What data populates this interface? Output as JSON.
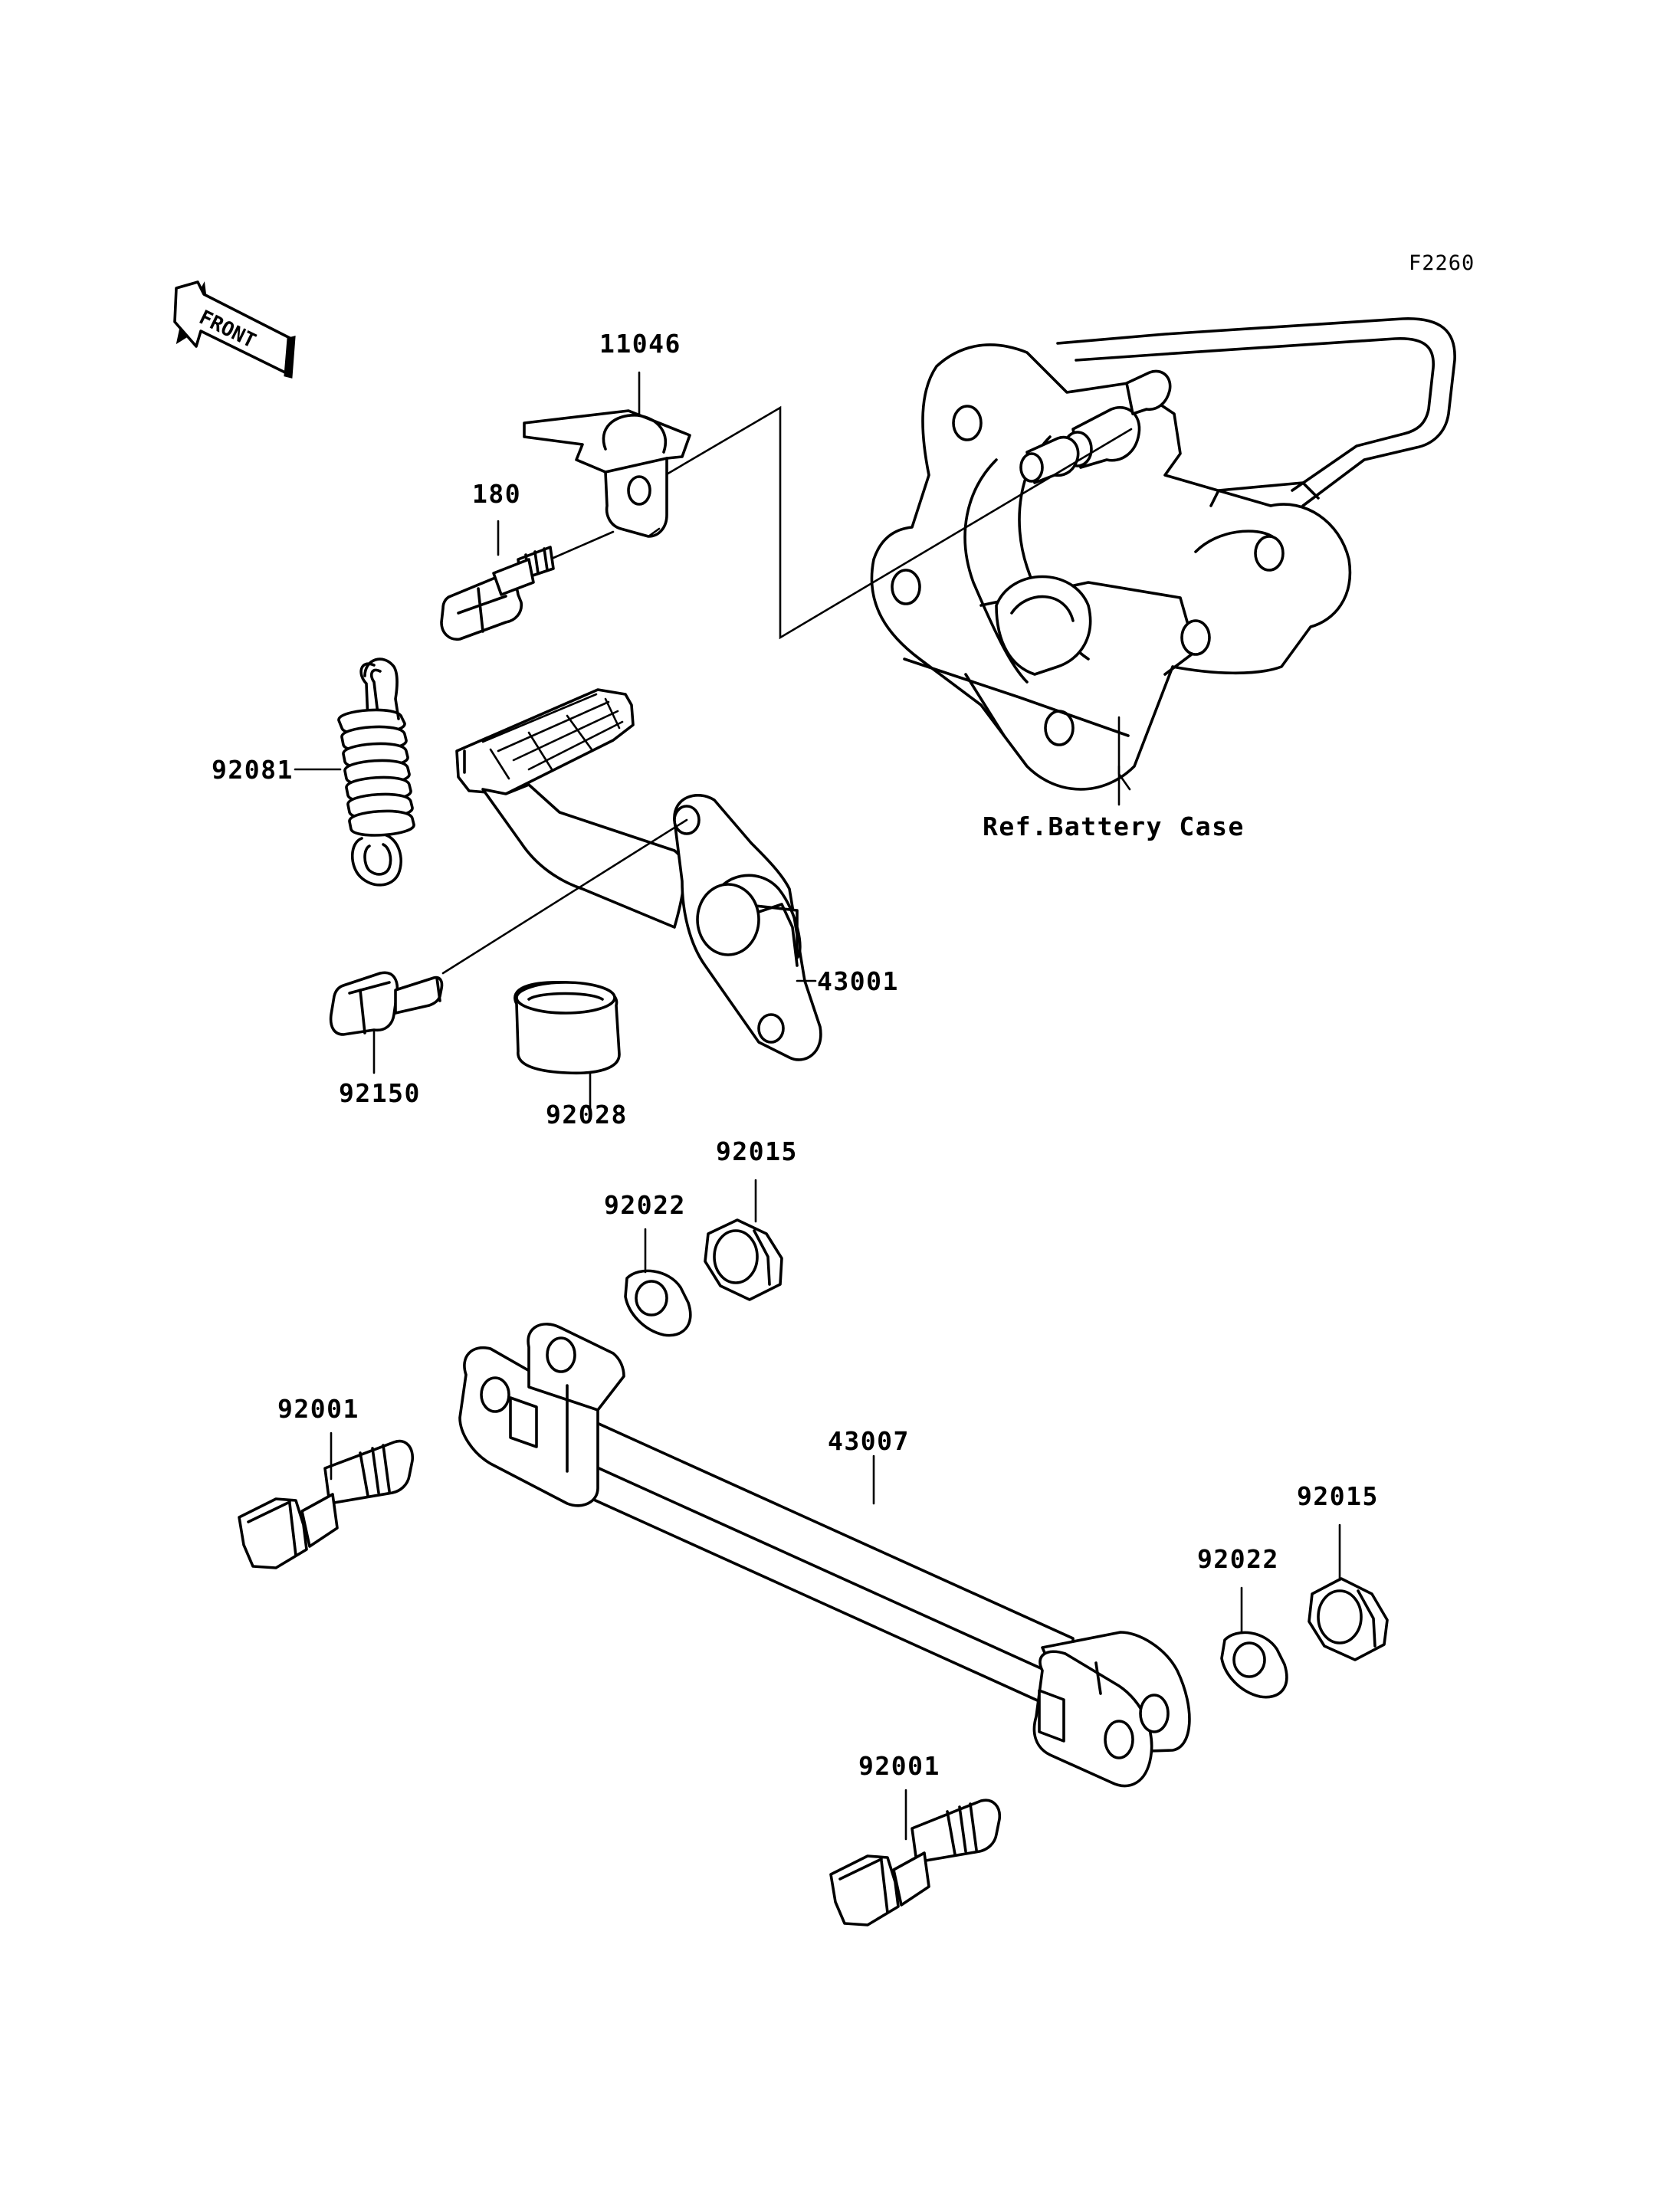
{
  "diagram_code": "F2260",
  "front_label": "FRONT",
  "reference_label": "Ref.Battery Case",
  "parts": [
    {
      "id": "p11046",
      "number": "11046"
    },
    {
      "id": "p180",
      "number": "180"
    },
    {
      "id": "p92081",
      "number": "92081"
    },
    {
      "id": "p43001",
      "number": "43001"
    },
    {
      "id": "p92150",
      "number": "92150"
    },
    {
      "id": "p92028",
      "number": "92028"
    },
    {
      "id": "p92015a",
      "number": "92015"
    },
    {
      "id": "p92022a",
      "number": "92022"
    },
    {
      "id": "p92001a",
      "number": "92001"
    },
    {
      "id": "p43007",
      "number": "43007"
    },
    {
      "id": "p92015b",
      "number": "92015"
    },
    {
      "id": "p92022b",
      "number": "92022"
    },
    {
      "id": "p92001b",
      "number": "92001"
    }
  ]
}
